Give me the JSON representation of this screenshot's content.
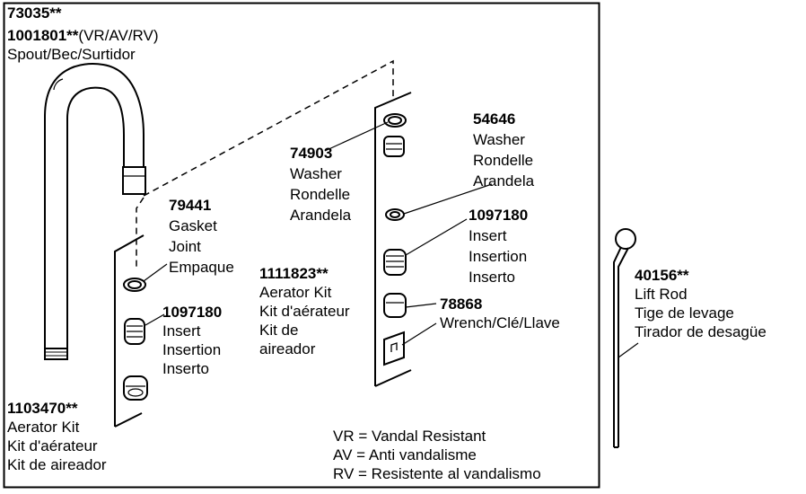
{
  "spout": {
    "part": "73035**",
    "part2": "1001801**",
    "variants": "(VR/AV/RV)",
    "name": "Spout/Bec/Surtidor"
  },
  "washer_left": {
    "part": "74903",
    "lines": [
      "Washer",
      "Rondelle",
      "Arandela"
    ]
  },
  "washer_right": {
    "part": "54646",
    "lines": [
      "Washer",
      "Rondelle",
      "Arandela"
    ]
  },
  "gasket": {
    "part": "79441",
    "lines": [
      "Gasket",
      "Joint",
      "Empaque"
    ]
  },
  "insert_right": {
    "part": "1097180",
    "lines": [
      "Insert",
      "Insertion",
      "Inserto"
    ]
  },
  "insert_left": {
    "part": "1097180",
    "lines": [
      "Insert",
      "Insertion",
      "Inserto"
    ]
  },
  "aerator_kit_vr": {
    "part": "1111823**",
    "lines": [
      "Aerator Kit",
      "Kit d'aérateur",
      "Kit de",
      "aireador"
    ]
  },
  "aerator_kit": {
    "part": "1103470**",
    "lines": [
      "Aerator Kit",
      "Kit d'aérateur",
      "Kit de aireador"
    ]
  },
  "wrench": {
    "part": "78868",
    "name": "Wrench/Clé/Llave"
  },
  "lift_rod": {
    "part": "40156**",
    "lines": [
      "Lift Rod",
      "Tige de levage",
      "Tirador de desagüe"
    ]
  },
  "legend": [
    "VR = Vandal Resistant",
    "AV = Anti vandalisme",
    "RV = Resistente al vandalismo"
  ]
}
